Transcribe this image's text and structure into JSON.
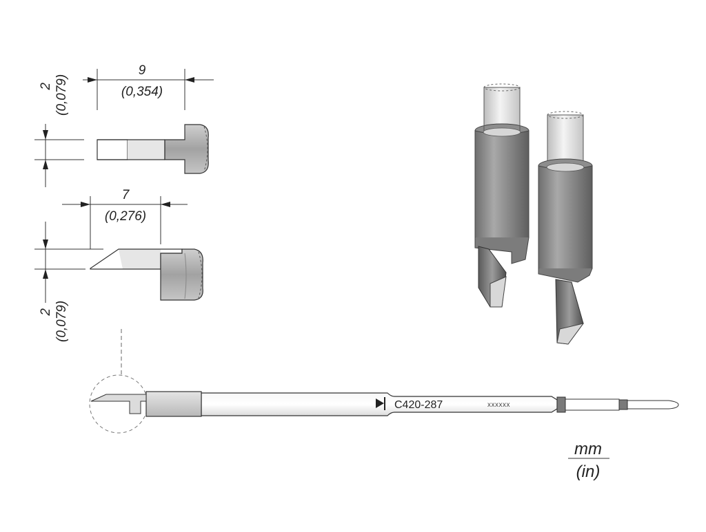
{
  "dimensions": {
    "top_length": {
      "mm": "9",
      "in": "(0,354)"
    },
    "top_height": {
      "mm": "2",
      "in": "(0,079)"
    },
    "bottom_length": {
      "mm": "7",
      "in": "(0,276)"
    },
    "bottom_height": {
      "mm": "2",
      "in": "(0,079)"
    }
  },
  "cartridge": {
    "part_number": "C420-287",
    "serial_marking": "xxxxxx"
  },
  "units": {
    "primary": "mm",
    "secondary": "(in)"
  },
  "colors": {
    "line": "#333333",
    "tip_gray": "#8a8a8a",
    "light_gray": "#e0e0e0"
  }
}
